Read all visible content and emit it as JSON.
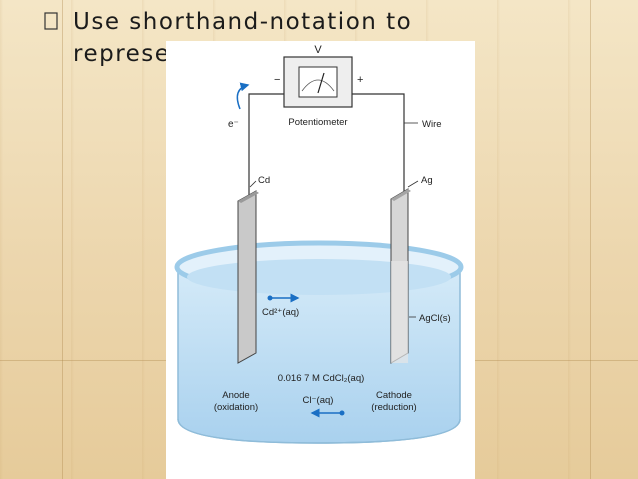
{
  "slide": {
    "bullet_line1": "Use shorthand-notation to",
    "bullet_line2": "represe",
    "bullet_icon": "square-bullet-icon"
  },
  "diagram": {
    "voltage_symbol": "V",
    "minus_sign": "−",
    "plus_sign": "+",
    "potentiometer_label": "Potentiometer",
    "electron_label": "e⁻",
    "wire_label": "Wire",
    "left_electrode": "Cd",
    "right_electrode": "Ag",
    "cation_label": "Cd²⁺(aq)",
    "precipitate_label": "AgCl(s)",
    "solution_label": "0.016 7 M CdCl₂(aq)",
    "anode_label": "Anode",
    "oxidation_label": "(oxidation)",
    "anion_label": "Cl⁻(aq)",
    "cathode_label": "Cathode",
    "reduction_label": "(reduction)",
    "colors": {
      "solution": "#bcdcf2",
      "beaker_rim": "#9ccbe9",
      "arrow_accent": "#1a6fc4"
    }
  }
}
